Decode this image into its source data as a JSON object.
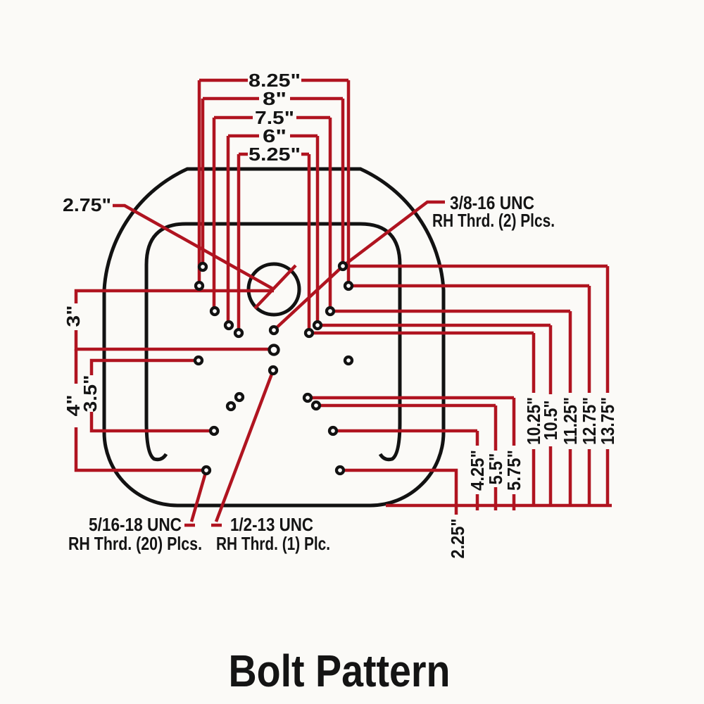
{
  "title": "Bolt Pattern",
  "colors": {
    "line_red": "#b01420",
    "outline_black": "#121212",
    "background": "#fbfaf7"
  },
  "dimensions": {
    "top": [
      "8.25\"",
      "8\"",
      "7.5\"",
      "6\"",
      "5.25\""
    ],
    "left": {
      "hole_offset": "2.75\"",
      "row1": "3\"",
      "row2": "4\"",
      "row3": "3.5\""
    },
    "right_vertical": [
      "10.25\"",
      "10.5\"",
      "11.25\"",
      "12.75\"",
      "13.75\""
    ],
    "right_lower": [
      "4.25\"",
      "5.5\"",
      "5.75\""
    ],
    "bottom": "2.25\""
  },
  "callouts": {
    "top_right": {
      "line1": "3/8-16 UNC",
      "line2": "RH Thrd. (2) Plcs."
    },
    "bottom_left": {
      "line1": "5/16-18 UNC",
      "line2": "RH Thrd. (20) Plcs."
    },
    "bottom_center": {
      "line1": "1/2-13 UNC",
      "line2": "RH Thrd. (1) Plc."
    }
  }
}
